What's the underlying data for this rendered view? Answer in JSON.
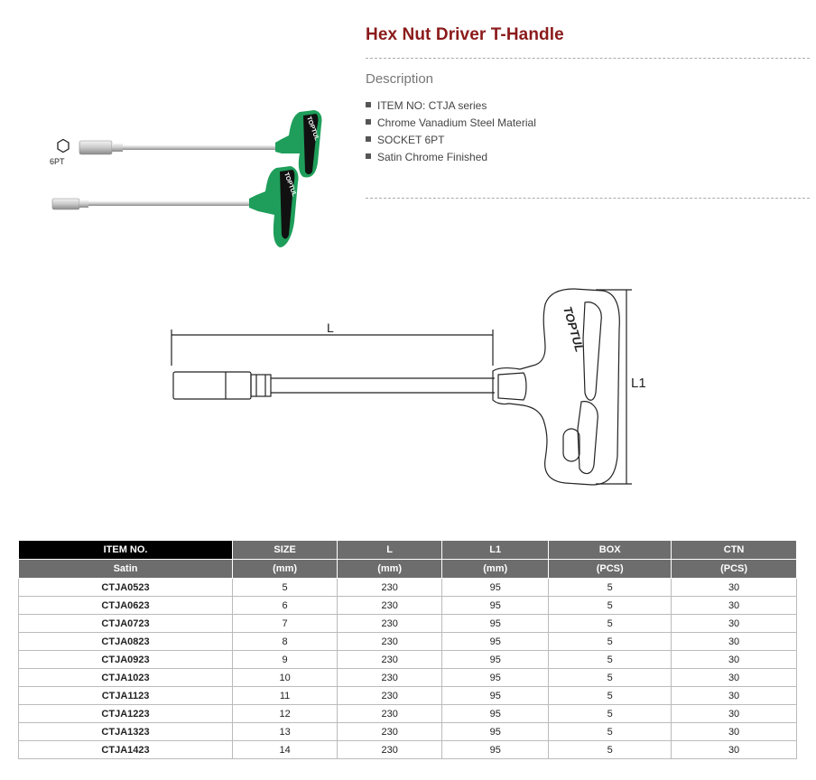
{
  "product": {
    "title": "Hex Nut Driver T-Handle",
    "description_heading": "Description",
    "features": [
      "ITEM NO: CTJA series",
      "Chrome Vanadium Steel Material",
      "SOCKET 6PT",
      "Satin Chrome Finished"
    ]
  },
  "photo": {
    "socket_label": "6PT",
    "brand_text": "TOPTUL"
  },
  "diagram": {
    "length_label": "L",
    "height_label": "L1",
    "brand_text": "TOPTUL"
  },
  "table": {
    "headers": [
      {
        "top": "ITEM NO.",
        "bottom": "Satin"
      },
      {
        "top": "SIZE",
        "bottom": "(mm)"
      },
      {
        "top": "L",
        "bottom": "(mm)"
      },
      {
        "top": "L1",
        "bottom": "(mm)"
      },
      {
        "top": "BOX",
        "bottom": "(PCS)"
      },
      {
        "top": "CTN",
        "bottom": "(PCS)"
      }
    ],
    "rows": [
      [
        "CTJA0523",
        "5",
        "230",
        "95",
        "5",
        "30"
      ],
      [
        "CTJA0623",
        "6",
        "230",
        "95",
        "5",
        "30"
      ],
      [
        "CTJA0723",
        "7",
        "230",
        "95",
        "5",
        "30"
      ],
      [
        "CTJA0823",
        "8",
        "230",
        "95",
        "5",
        "30"
      ],
      [
        "CTJA0923",
        "9",
        "230",
        "95",
        "5",
        "30"
      ],
      [
        "CTJA1023",
        "10",
        "230",
        "95",
        "5",
        "30"
      ],
      [
        "CTJA1123",
        "11",
        "230",
        "95",
        "5",
        "30"
      ],
      [
        "CTJA1223",
        "12",
        "230",
        "95",
        "5",
        "30"
      ],
      [
        "CTJA1323",
        "13",
        "230",
        "95",
        "5",
        "30"
      ],
      [
        "CTJA1423",
        "14",
        "230",
        "95",
        "5",
        "30"
      ]
    ]
  },
  "colors": {
    "title": "#8b1a1a",
    "handle_green": "#1e9e5a",
    "header_gray": "#6d6d6d"
  }
}
